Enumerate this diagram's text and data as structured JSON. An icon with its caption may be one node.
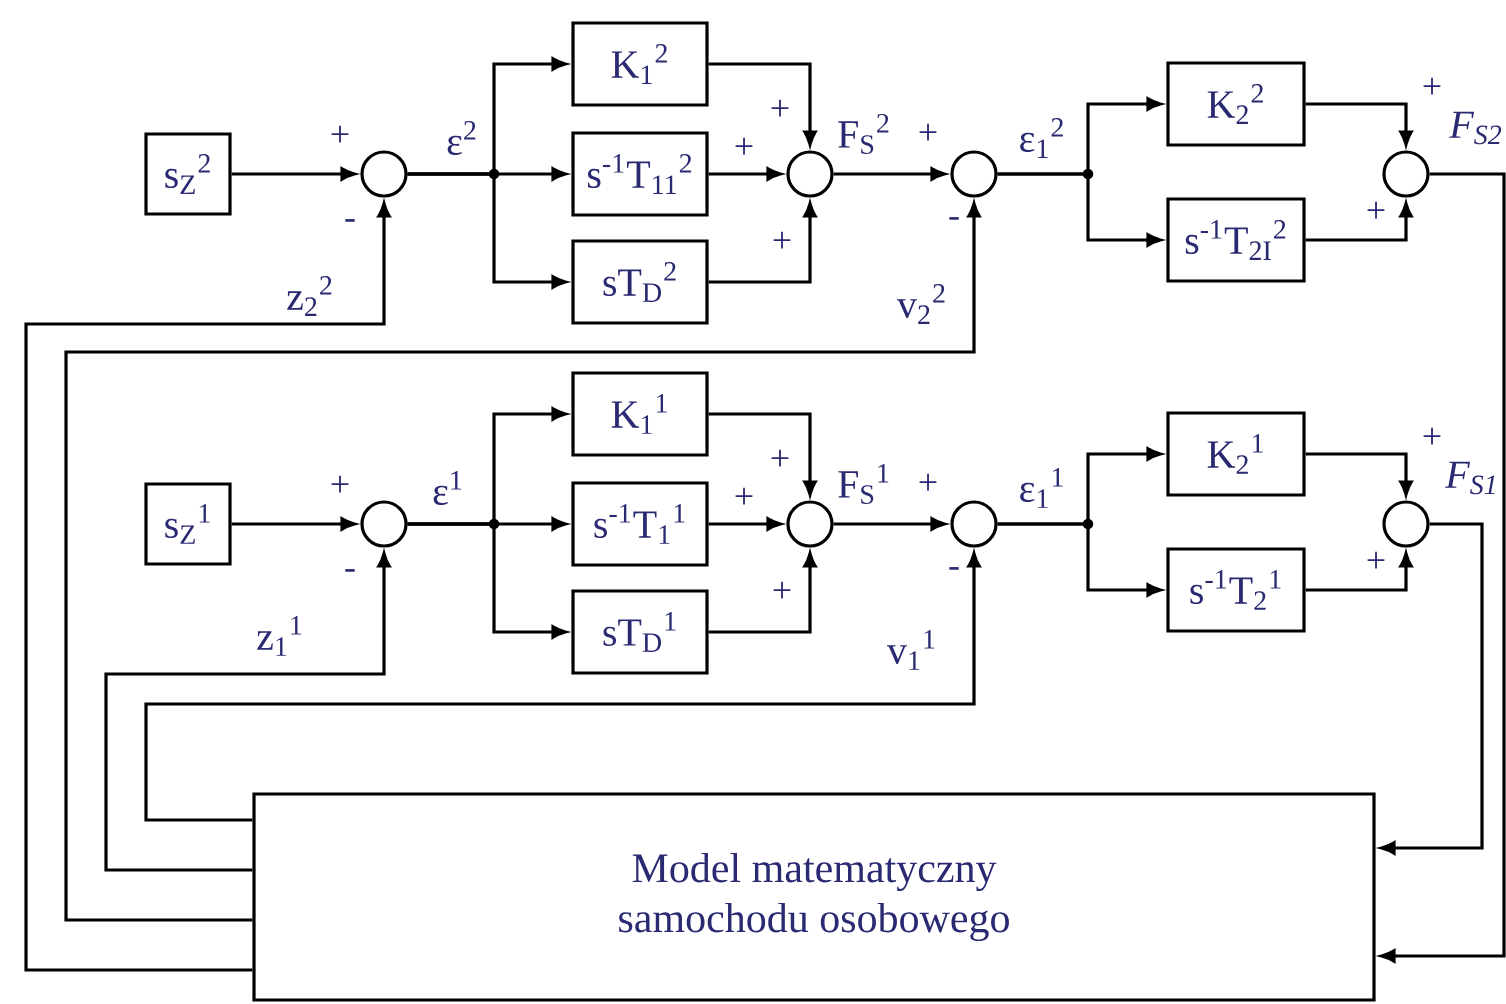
{
  "diagram": {
    "nodes": [
      {
        "text": [
          "s$_{Z}$$^{2}$"
        ]
      },
      {
        "text": [],
        "shape": "circle"
      },
      {
        "text": [
          "K$_{1}$$^{2}$"
        ]
      },
      {
        "text": [
          "s$^{-1}$T$_{11}$$^{2}$"
        ]
      },
      {
        "text": [
          "sT$_{D}$$^{2}$"
        ]
      },
      {
        "text": [],
        "shape": "circle"
      },
      {
        "text": [],
        "shape": "circle"
      },
      {
        "text": [
          "K$_{2}$$^{2}$"
        ]
      },
      {
        "text": [
          "s$^{-1}$T$_{2I}$$^{2}$"
        ]
      },
      {
        "text": [],
        "shape": "circle"
      },
      {
        "text": [
          "s$_{Z}$$^{1}$"
        ]
      },
      {
        "text": [],
        "shape": "circle"
      },
      {
        "text": [
          "K$_{1}$$^{1}$"
        ]
      },
      {
        "text": [
          "s$^{-1}$T$_{1}$$^{1}$"
        ]
      },
      {
        "text": [
          "sT$_{D}$$^{1}$"
        ]
      },
      {
        "text": [],
        "shape": "circle"
      },
      {
        "text": [],
        "shape": "circle"
      },
      {
        "text": [
          "K$_{2}$$^{1}$"
        ]
      },
      {
        "text": [
          "s$^{-1}$T$_{2}$$^{1}$"
        ]
      },
      {
        "text": [],
        "shape": "circle"
      },
      {
        "text": [
          "Model matematyczny samochodu osobowego"
        ]
      }
    ],
    "edges": [
      {
        "from": 0,
        "to": 1,
        "arrow": "to"
      },
      {
        "from": 1,
        "to": 2,
        "arrow": "to"
      },
      {
        "from": 1,
        "to": 3,
        "arrow": "to",
        "label": "ε$^{2}$"
      },
      {
        "from": 1,
        "to": 4,
        "arrow": "to"
      },
      {
        "from": 2,
        "to": 5,
        "arrow": "to"
      },
      {
        "from": 3,
        "to": 5,
        "arrow": "to"
      },
      {
        "from": 4,
        "to": 5,
        "arrow": "to"
      },
      {
        "from": 5,
        "to": 6,
        "arrow": "to",
        "label": "F$_{S}$$^{2}$"
      },
      {
        "from": 6,
        "to": 7,
        "arrow": "to",
        "label": "ε$_{1}$$^{2}$"
      },
      {
        "from": 6,
        "to": 8,
        "arrow": "to"
      },
      {
        "from": 7,
        "to": 9,
        "arrow": "to"
      },
      {
        "from": 8,
        "to": 9,
        "arrow": "to"
      },
      {
        "from": 9,
        "to": 20,
        "arrow": "to",
        "label": "F$_{S2}$"
      },
      {
        "from": 10,
        "to": 11,
        "arrow": "to"
      },
      {
        "from": 11,
        "to": 12,
        "arrow": "to"
      },
      {
        "from": 11,
        "to": 13,
        "arrow": "to",
        "label": "ε$^{1}$"
      },
      {
        "from": 11,
        "to": 14,
        "arrow": "to"
      },
      {
        "from": 12,
        "to": 15,
        "arrow": "to"
      },
      {
        "from": 13,
        "to": 15,
        "arrow": "to"
      },
      {
        "from": 14,
        "to": 15,
        "arrow": "to"
      },
      {
        "from": 15,
        "to": 16,
        "arrow": "to",
        "label": "F$_{S}$$^{1}$"
      },
      {
        "from": 16,
        "to": 17,
        "arrow": "to",
        "label": "ε$_{1}$$^{1}$"
      },
      {
        "from": 16,
        "to": 18,
        "arrow": "to"
      },
      {
        "from": 17,
        "to": 19,
        "arrow": "to"
      },
      {
        "from": 18,
        "to": 19,
        "arrow": "to"
      },
      {
        "from": 19,
        "to": 20,
        "arrow": "to",
        "label": "F$_{S1}$"
      },
      {
        "from": 20,
        "to": 1,
        "arrow": "to",
        "label": "z$_{2}$$^{2}$"
      },
      {
        "from": 20,
        "to": 6,
        "arrow": "to",
        "label": "v$_{2}$$^{2}$"
      },
      {
        "from": 20,
        "to": 11,
        "arrow": "to",
        "label": "z$_{1}$$^{1}$"
      },
      {
        "from": 20,
        "to": 16,
        "arrow": "to",
        "label": "v$_{1}$$^{1}$"
      }
    ],
    "labels": [
      "+",
      "-",
      "+",
      "+",
      "+",
      "+",
      "-",
      "+",
      "+",
      "+",
      "-",
      "+",
      "+",
      "+",
      "+",
      "-",
      "+",
      "+"
    ]
  }
}
